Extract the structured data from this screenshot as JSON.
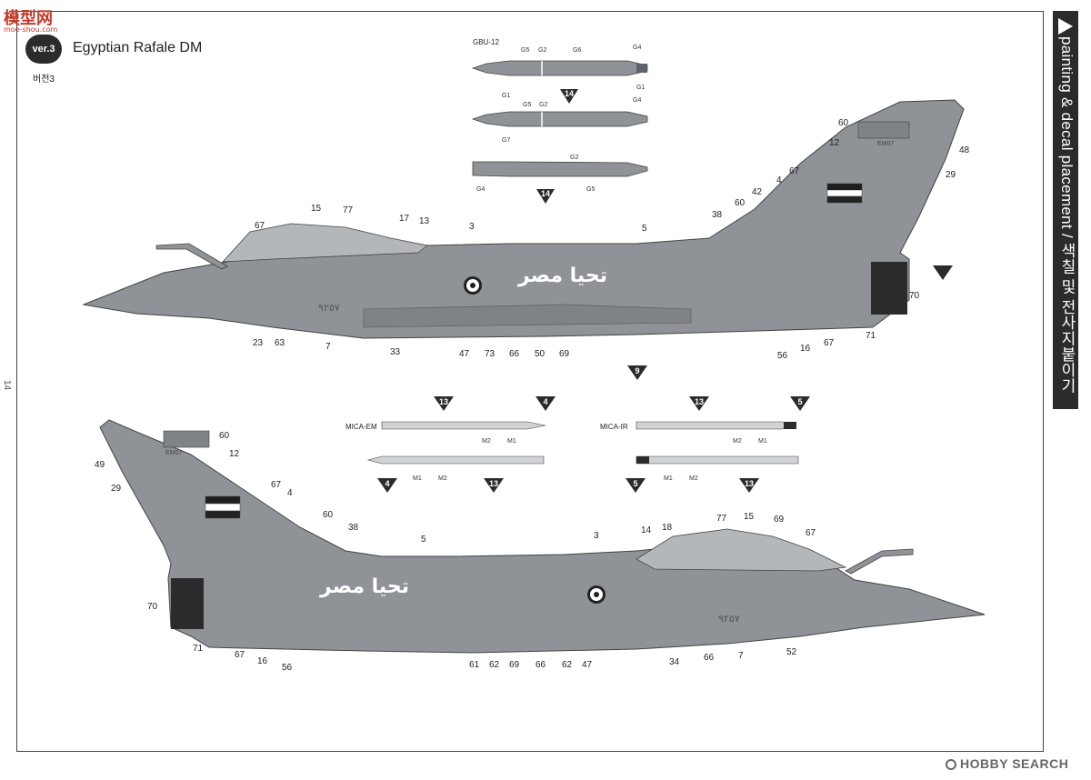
{
  "header": {
    "logo_text": "模型网",
    "logo_sub": "moe-shou.com",
    "version_badge": "ver.3",
    "version_sub": "버전3",
    "title": "Egyptian Rafale DM",
    "page_number": "14"
  },
  "side_tab": {
    "label": "painting & decal placement / 색칠 및 전사지붙이기"
  },
  "watermark": {
    "text": "HOBBY SEARCH"
  },
  "decal_text": {
    "arabic_slogan_left": "تحيا مصر",
    "serial_left": "٩٢٥٧",
    "fin_code_left": "EM07",
    "arabic_slogan_right": "تحيا مصر",
    "serial_right": "٩٢٥٧",
    "fin_code_right": "EM07"
  },
  "weapons": {
    "gbu_title": "GBU-12",
    "gbu_tags_top": [
      "G5",
      "G2",
      "G6",
      "G4",
      "G1",
      "G1"
    ],
    "gbu_tags_mid": [
      "G5",
      "G2",
      "G4",
      "G7"
    ],
    "gbu_tags_bottom": [
      "G2",
      "G4",
      "G5"
    ],
    "gbu_decal_no": "14",
    "mica_em_label": "MICA-EM",
    "mica_ir_label": "MICA-IR",
    "mica_markers": [
      "M2",
      "M1",
      "M1",
      "M2"
    ],
    "mica_decal_13": "13",
    "mica_em_decal": "4",
    "mica_ir_decal": "5"
  },
  "callouts_upper": [
    "15",
    "77",
    "67",
    "17",
    "13",
    "3",
    "5",
    "38",
    "60",
    "42",
    "4",
    "67",
    "60",
    "12",
    "48",
    "29",
    "5",
    "70",
    "71",
    "67",
    "16",
    "56",
    "69",
    "50",
    "66",
    "73",
    "47",
    "33",
    "7",
    "63",
    "23",
    "9"
  ],
  "callouts_lower": [
    "60",
    "12",
    "49",
    "29",
    "67",
    "4",
    "60",
    "38",
    "5",
    "3",
    "14",
    "18",
    "77",
    "15",
    "69",
    "67",
    "70",
    "71",
    "67",
    "16",
    "56",
    "61",
    "62",
    "69",
    "66",
    "62",
    "47",
    "34",
    "66",
    "7",
    "52"
  ],
  "colors": {
    "airframe": "#8f9296",
    "airframe_dark": "#5f6266",
    "decal_dark": "#2b2b2b",
    "flag_red": "#1f1f1f",
    "flag_black": "#222222",
    "flag_white": "#ffffff"
  }
}
